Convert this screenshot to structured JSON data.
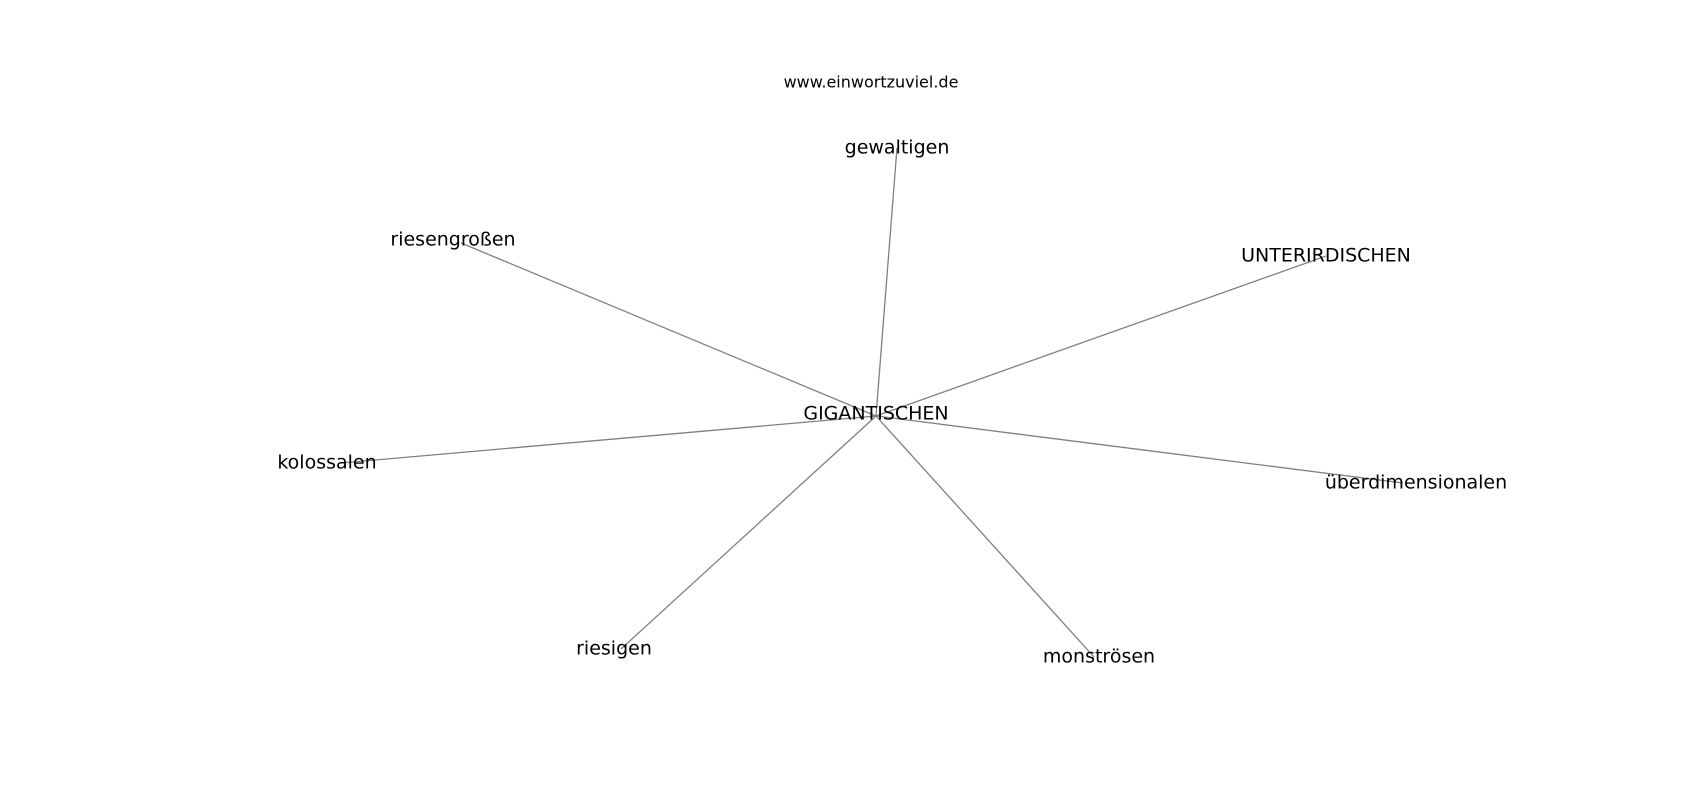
{
  "header": {
    "site_url": "www.einwortzuviel.de"
  },
  "graph": {
    "center": "GIGANTISCHEN",
    "neighbors": [
      "gewaltigen",
      "riesengroßen",
      "UNTERIRDISCHEN",
      "kolossalen",
      "überdimensionalen",
      "riesigen",
      "monströsen"
    ],
    "edge_color": "#808080"
  }
}
